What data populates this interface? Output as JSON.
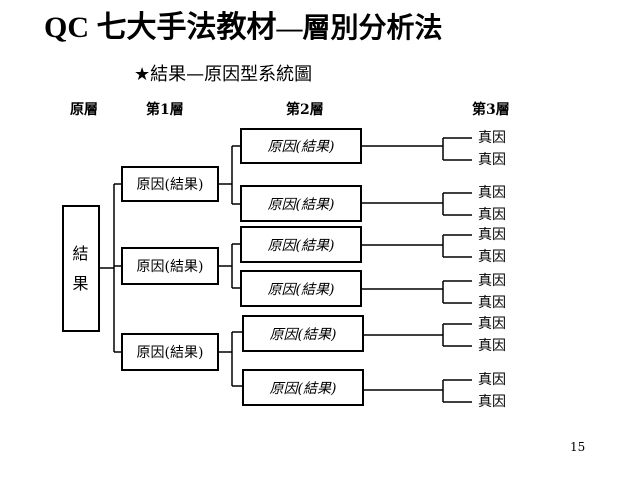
{
  "title": {
    "main": "QC 七大手法教材",
    "dash": "—",
    "sub": "層別分析法"
  },
  "subtitle": "★結果—原因型系統圖",
  "layers": {
    "root": "原層",
    "layer1": "第1層",
    "layer2": "第2層",
    "layer3": "第3層"
  },
  "root_node": {
    "line1": "結",
    "line2": "果"
  },
  "layer1_nodes": [
    "原因(結果)",
    "原因(結果)",
    "原因(結果)"
  ],
  "layer2_nodes": [
    "原因(結果)",
    "原因(結果)",
    "原因(結果)",
    "原因(結果)",
    "原因(結果)",
    "原因(結果)"
  ],
  "layer3_leaves": [
    "真因",
    "真因",
    "真因",
    "真因",
    "真因",
    "真因",
    "真因",
    "真因",
    "真因",
    "真因",
    "真因",
    "真因"
  ],
  "page_number": "15"
}
